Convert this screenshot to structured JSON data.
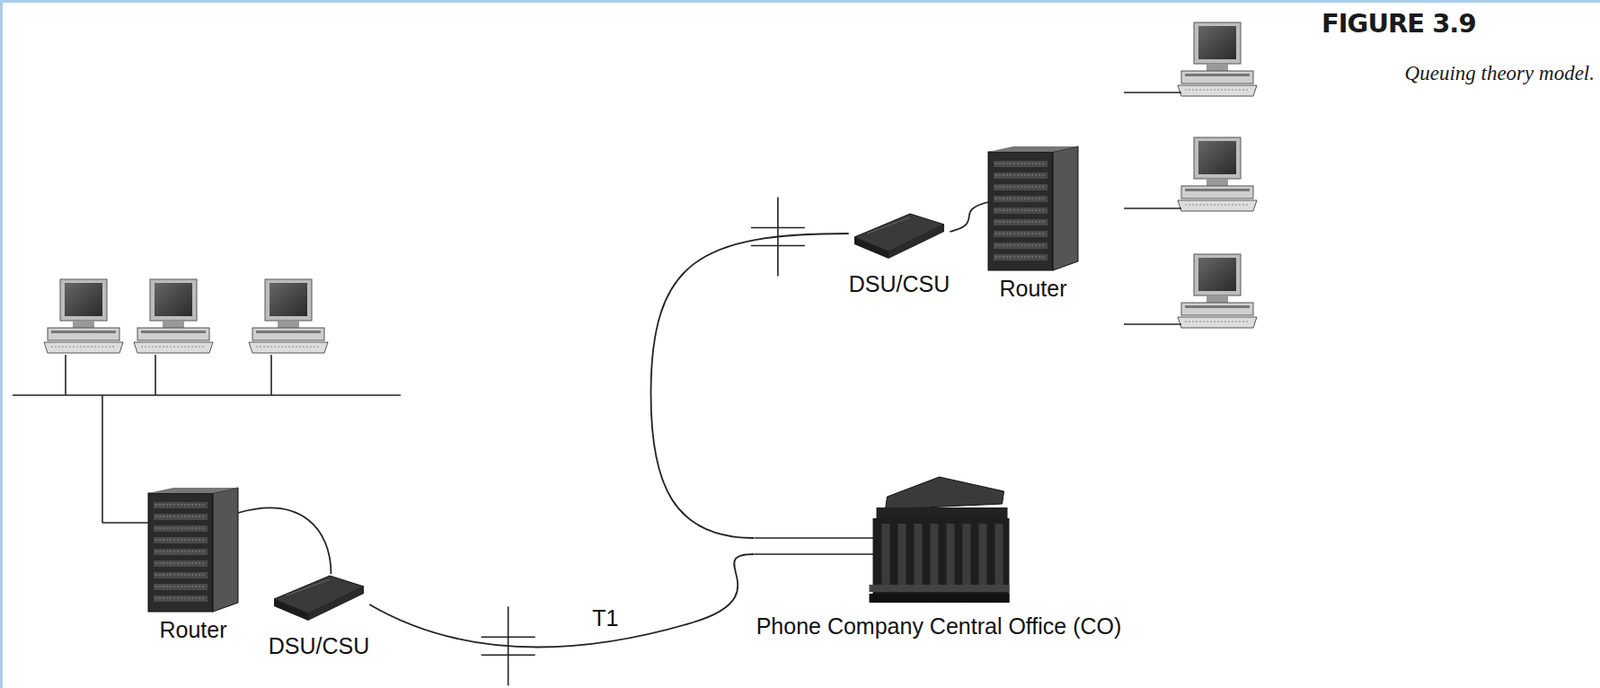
{
  "diagram": {
    "title": "FIGURE 3.9",
    "caption": "Queuing theory model.",
    "nodes": [
      {
        "text": [
          "Router"
        ]
      },
      {
        "text": [
          "DSU/CSU"
        ]
      },
      {
        "text": [
          "Phone Company Central Office (CO)"
        ]
      },
      {
        "text": [
          "DSU/CSU"
        ]
      },
      {
        "text": [
          "Router"
        ]
      }
    ],
    "edges": [
      {
        "from": 0,
        "to": 1,
        "arrow": "none"
      },
      {
        "from": 1,
        "to": 2,
        "label": "T1",
        "arrow": "none"
      },
      {
        "from": 2,
        "to": 3,
        "arrow": "none"
      },
      {
        "from": 3,
        "to": 4,
        "arrow": "none"
      }
    ]
  }
}
